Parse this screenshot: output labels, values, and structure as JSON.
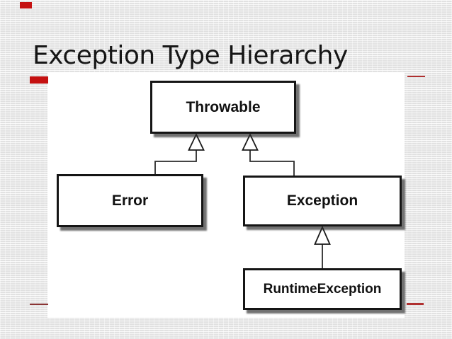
{
  "slide": {
    "title": "Exception Type Hierarchy"
  },
  "colors": {
    "accent_red": "#c51111",
    "thin_line_red": "#b03030",
    "dark_line_red": "#8b3434",
    "box_border": "#151515",
    "background_gray": "#e2e2e2"
  },
  "diagram": {
    "type": "class-hierarchy",
    "nodes": [
      {
        "id": "throwable",
        "label": "Throwable"
      },
      {
        "id": "error",
        "label": "Error"
      },
      {
        "id": "exception",
        "label": "Exception"
      },
      {
        "id": "runtime_exception",
        "label": "RuntimeException"
      }
    ],
    "relations": [
      {
        "from": "Error",
        "to": "Throwable",
        "type": "extends"
      },
      {
        "from": "Exception",
        "to": "Throwable",
        "type": "extends"
      },
      {
        "from": "RuntimeException",
        "to": "Exception",
        "type": "extends"
      }
    ]
  }
}
